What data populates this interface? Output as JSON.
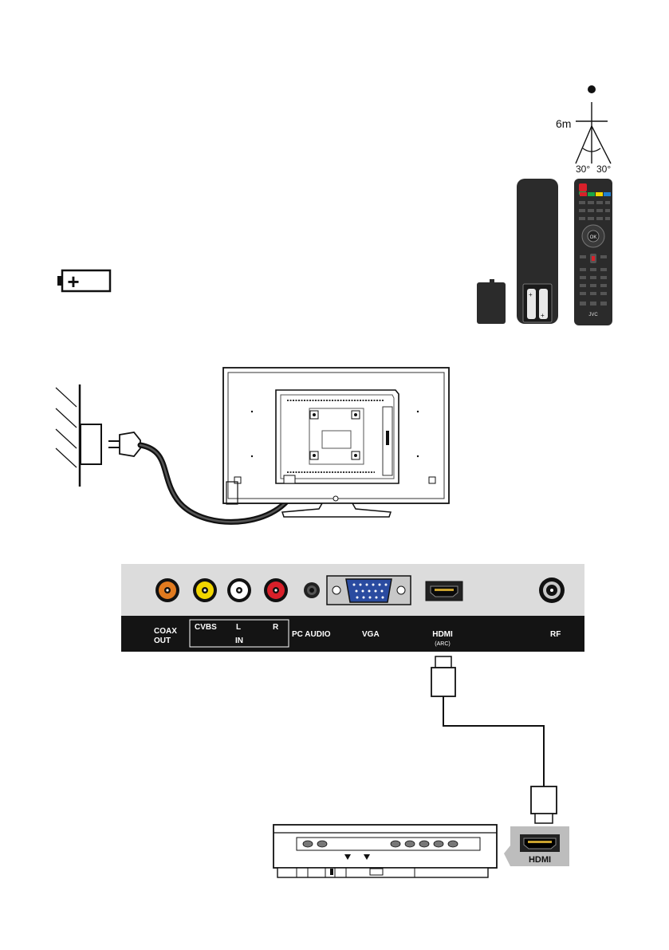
{
  "range_diagram": {
    "distance": "6m",
    "angle_left": "30°",
    "angle_right": "30°"
  },
  "remote": {
    "brand": "JVC",
    "ok_label": "OK"
  },
  "battery_icon": {
    "symbol": "+"
  },
  "panel": {
    "labels": {
      "coax_line1": "COAX",
      "coax_line2": "OUT",
      "cvbs": "CVBS",
      "l": "L",
      "r": "R",
      "in": "IN",
      "pc_audio": "PC AUDIO",
      "vga": "VGA",
      "hdmi": "HDMI",
      "arc": "(ARC)",
      "rf": "RF"
    },
    "port_colors": {
      "coax": "#e07a1f",
      "cvbs": "#f2d600",
      "audio_l": "#ffffff",
      "audio_r": "#d9202a"
    }
  },
  "device": {
    "hdmi_port_label": "HDMI"
  }
}
